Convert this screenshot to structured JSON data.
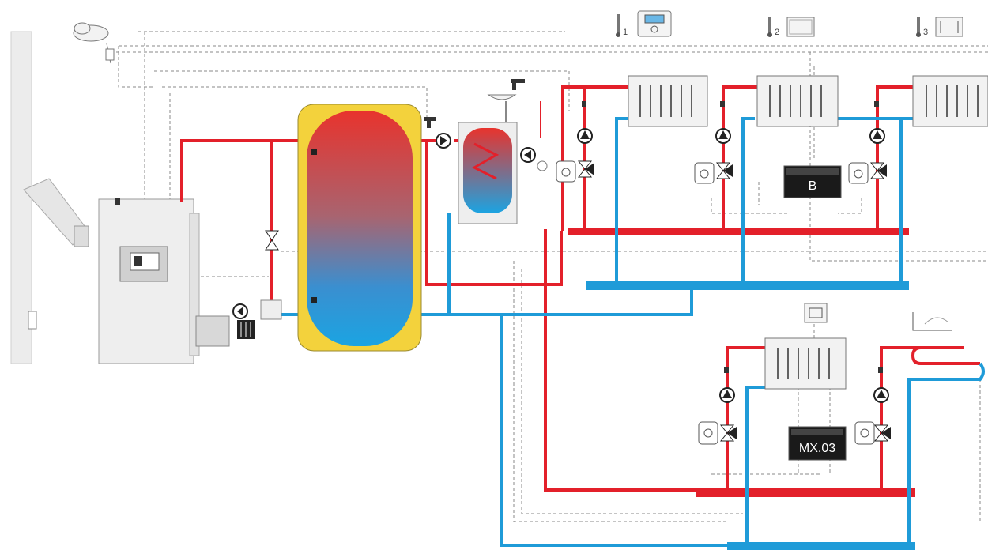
{
  "colors": {
    "supply": "#e3202a",
    "return": "#1f9bd8",
    "signal": "#7a7a7a",
    "tank_jacket": "#f3d23c",
    "module": "#1a1a1a"
  },
  "icons": [
    "weather-sensor-icon",
    "room-thermostat-icon",
    "pump-icon",
    "three-way-valve-icon",
    "valve-actuator-icon",
    "radiator-icon",
    "tap-icon",
    "floor-heating-icon",
    "thermometer-icon",
    "chimney-icon",
    "boiler-icon"
  ],
  "labels": {
    "thermostat_1": "1",
    "thermostat_2": "2",
    "thermostat_3": "3",
    "module_b": "B",
    "module_mx": "MX.03"
  }
}
